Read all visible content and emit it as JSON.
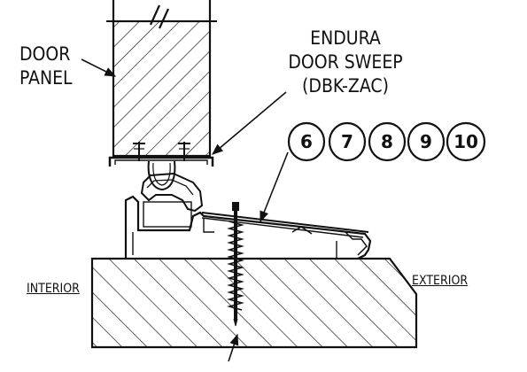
{
  "labels": {
    "door_panel_line1": "DOOR",
    "door_panel_line2": "PANEL",
    "sweep_line1": "ENDURA",
    "sweep_line2": "DOOR SWEEP",
    "sweep_line3": "(DBK-ZAC)",
    "interior": "INTERIOR",
    "exterior": "EXTERIOR"
  },
  "callouts": [
    "6",
    "7",
    "8",
    "9",
    "10"
  ]
}
